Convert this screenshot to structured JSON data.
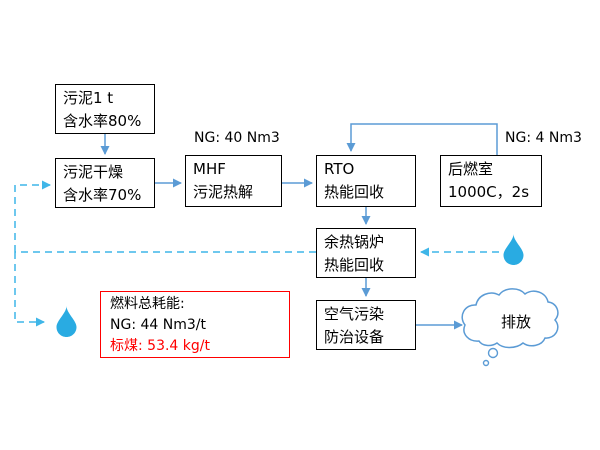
{
  "boxes": {
    "sludge_input": {
      "line1": "污泥1 t",
      "line2": "含水率80%"
    },
    "drying": {
      "line1": "污泥干燥",
      "line2": "含水率70%"
    },
    "mhf": {
      "line1": "MHF",
      "line2": "污泥热解"
    },
    "rto": {
      "line1": "RTO",
      "line2": "热能回收"
    },
    "afterburner": {
      "line1": "后燃室",
      "line2": "1000C，2s"
    },
    "waste_heat_boiler": {
      "line1": "余热锅炉",
      "line2": "热能回收"
    },
    "air_pollution_control": {
      "line1": "空气污染",
      "line2": "防治设备"
    }
  },
  "labels": {
    "ng_mhf": "NG: 40 Nm3",
    "ng_afterburner": "NG: 4 Nm3"
  },
  "fuel_box": {
    "line1": "燃料总耗能:",
    "line2": "NG: 44 Nm3/t",
    "line3": "标煤: 53.4 kg/t"
  },
  "cloud": {
    "label": "排放"
  },
  "colors": {
    "connector_blue": "#5B9BD5",
    "dashed_cyan": "#3FB6E8",
    "droplet_blue": "#29ABE2",
    "fuel_border_red": "#FF0000",
    "box_border": "#000000"
  }
}
